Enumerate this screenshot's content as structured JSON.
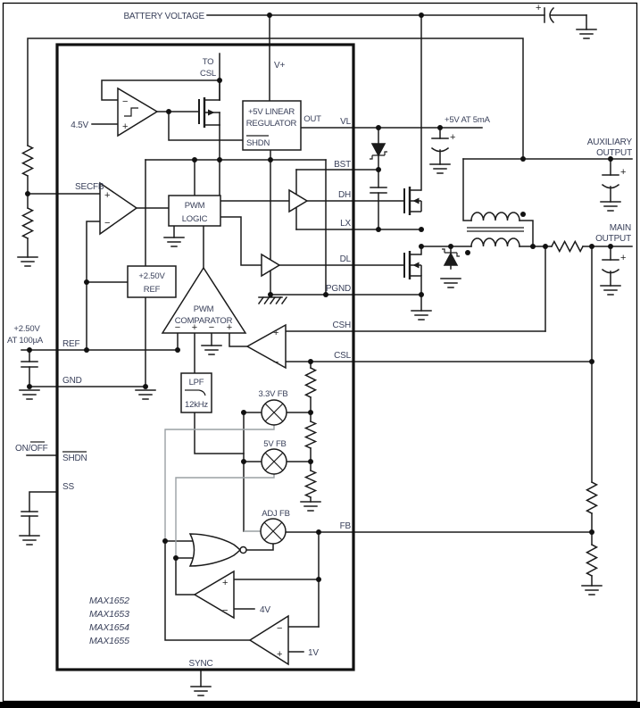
{
  "colors": {
    "line": "#1b1b1b",
    "text": "#39405a",
    "gray": "#9aa0a4",
    "frame": "#000000"
  },
  "labels": {
    "battery_voltage": "BATTERY VOLTAGE",
    "to": "TO",
    "csl_ref": "CSL",
    "v_plus": "V+",
    "uvlo_threshold": "4.5V",
    "reg_line1": "+5V LINEAR",
    "reg_line2": "REGULATOR",
    "reg_shdn": "SHDN",
    "out": "OUT",
    "five_v_at": "+5V AT 5mA",
    "aux_line1": "AUXILIARY",
    "aux_line2": "OUTPUT",
    "main_line1": "MAIN",
    "main_line2": "OUTPUT",
    "pwm_logic1": "PWM",
    "pwm_logic2": "LOGIC",
    "ref_box1": "+2.50V",
    "ref_box2": "REF",
    "pwm_comp1": "PWM",
    "pwm_comp2": "COMPARATOR",
    "lpf": "LPF",
    "lpf_freq": "12kHz",
    "fb_33": "3.3V FB",
    "fb_5": "5V FB",
    "fb_adj": "ADJ FB",
    "ref_out1": "+2.50V",
    "ref_out2": "AT 100µA",
    "on_off_prefix": "ON/",
    "on_off_off": "OFF",
    "comp_4v": "4V",
    "comp_1v": "1V",
    "parts": [
      "MAX1652",
      "MAX1653",
      "MAX1654",
      "MAX1655"
    ]
  },
  "pins": {
    "vl": "VL",
    "bst": "BST",
    "dh": "DH",
    "lx": "LX",
    "dl": "DL",
    "pgnd": "PGND",
    "csh": "CSH",
    "csl": "CSL",
    "fb": "FB",
    "secfb": "SECFB",
    "ref": "REF",
    "gnd": "GND",
    "shdn": "SHDN",
    "ss": "SS",
    "sync": "SYNC"
  },
  "signs": {
    "plus": "+",
    "minus": "−"
  }
}
